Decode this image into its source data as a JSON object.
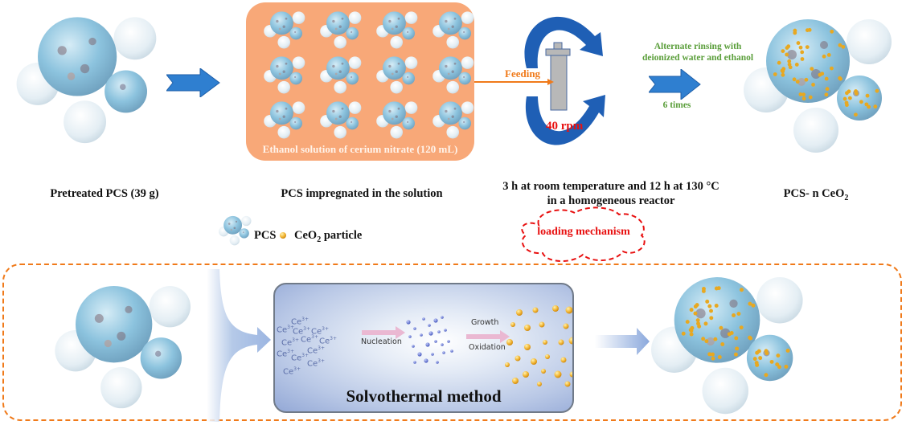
{
  "top_row": {
    "stage1": {
      "caption": "Pretreated PCS (39 g)"
    },
    "stage2": {
      "caption": "PCS impregnated in the solution",
      "panel_text": "Ethanol solution of cerium nitrate (120 mL)"
    },
    "stage3": {
      "feeding_label": "Feeding",
      "rotation_label": "40 rpm",
      "caption_line1": "3 h at room temperature and 12 h at 130 °C",
      "caption_line2": "in a homogeneous reactor"
    },
    "rinse": {
      "line1": "Alternate rinsing with",
      "line2": "deionized water and ethanol",
      "count": "6 times"
    },
    "stage4": {
      "caption_prefix": "PCS- n CeO",
      "caption_sub": "2"
    }
  },
  "legend": {
    "pcs_label": "PCS",
    "ceo2_label_prefix": "CeO",
    "ceo2_label_sub": "2",
    "ceo2_label_suffix": " particle"
  },
  "cloud_label": "loading mechanism",
  "mechanism": {
    "title": "Solvothermal method",
    "ion_label": "Ce",
    "ion_charge": "3+",
    "step1": "Nucleation",
    "step2a": "Growth",
    "step2b": "Oxidation"
  },
  "colors": {
    "process_arrow": "#2f7fd0",
    "rotation_arrow": "#1f5fb5",
    "feeding": "#f07a1a",
    "rpm": "#e81010",
    "rinse_text": "#5a9e3a",
    "cloud": "#e81010",
    "dashed_box": "#f07a1a",
    "reactor": "#b8b8b8",
    "ceo2": "#f0b030"
  }
}
